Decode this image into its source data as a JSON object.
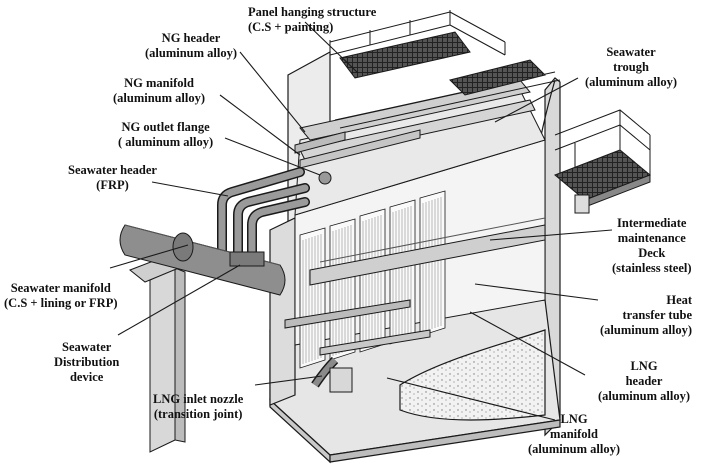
{
  "labels": {
    "panel_hanging": [
      "Panel hanging structure",
      "(C.S + painting)"
    ],
    "ng_header": [
      "NG header",
      "(aluminum alloy)"
    ],
    "ng_manifold": [
      "NG manifold",
      "(aluminum alloy)"
    ],
    "ng_outlet_flange": [
      "NG outlet flange",
      "( aluminum alloy)"
    ],
    "seawater_header": [
      "Seawater header",
      "(FRP)"
    ],
    "seawater_manifold": [
      "Seawater manifold",
      "(C.S + lining or FRP)"
    ],
    "seawater_distribution": [
      "Seawater",
      "Distribution",
      "device"
    ],
    "lng_inlet_nozzle": [
      "LNG inlet nozzle",
      "(transition joint)"
    ],
    "seawater_trough": [
      "Seawater",
      "trough",
      "(aluminum alloy)"
    ],
    "intermediate_deck": [
      "Intermediate",
      "maintenance",
      "Deck",
      "(stainless steel)"
    ],
    "heat_transfer_tube": [
      "Heat",
      "transfer tube",
      "(aluminum alloy)"
    ],
    "lng_header": [
      "LNG",
      "header",
      "(aluminum alloy)"
    ],
    "lng_manifold": [
      "LNG",
      "manifold",
      "(aluminum alloy)"
    ]
  },
  "colors": {
    "line": "#1a1a1a",
    "structure": "#e6e6e6",
    "structure_dark": "#bdbdbd",
    "pipe": "#8f8f8f",
    "pipe_dark": "#5e5e5e",
    "grating": "#3a3a3a"
  }
}
